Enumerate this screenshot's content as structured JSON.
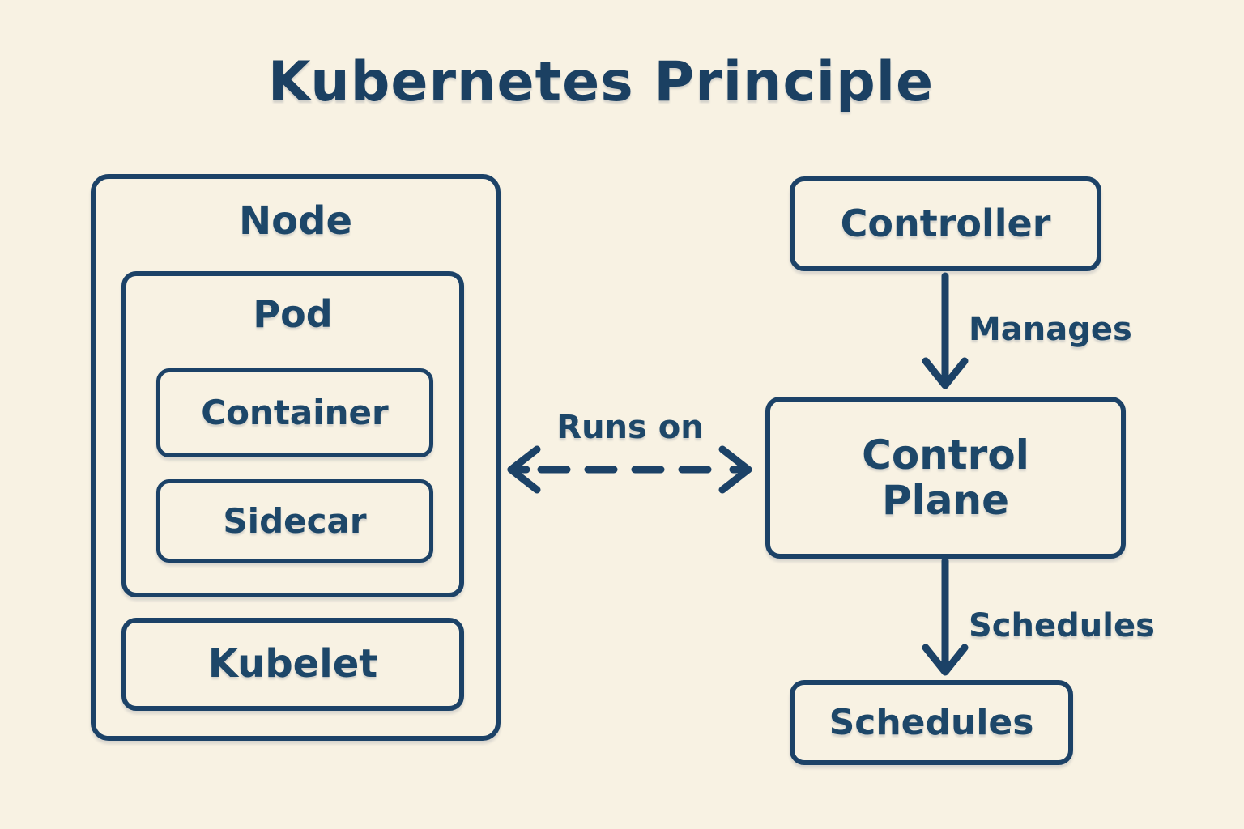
{
  "title": "Kubernetes Principle",
  "colors": {
    "background": "#f8f2e3",
    "line": "#1c4267",
    "text": "#1d4769"
  },
  "nodes": {
    "node": {
      "label": "Node"
    },
    "pod": {
      "label": "Pod"
    },
    "container": {
      "label": "Container"
    },
    "sidecar": {
      "label": "Sidecar"
    },
    "kubelet": {
      "label": "Kubelet"
    },
    "controller": {
      "label": "Controller"
    },
    "control_plane": {
      "label": "Control Plane"
    },
    "schedules_box": {
      "label": "Schedules"
    }
  },
  "edges": {
    "manages": {
      "label": "Manages",
      "from": "Controller",
      "to": "Control Plane",
      "style": "solid-arrow-down"
    },
    "schedules": {
      "label": "Schedules",
      "from": "Control Plane",
      "to": "Schedules",
      "style": "solid-arrow-down"
    },
    "runs_on": {
      "label": "Runs on",
      "from": "Control Plane",
      "to": "Node",
      "style": "dashed-double-arrow"
    }
  }
}
